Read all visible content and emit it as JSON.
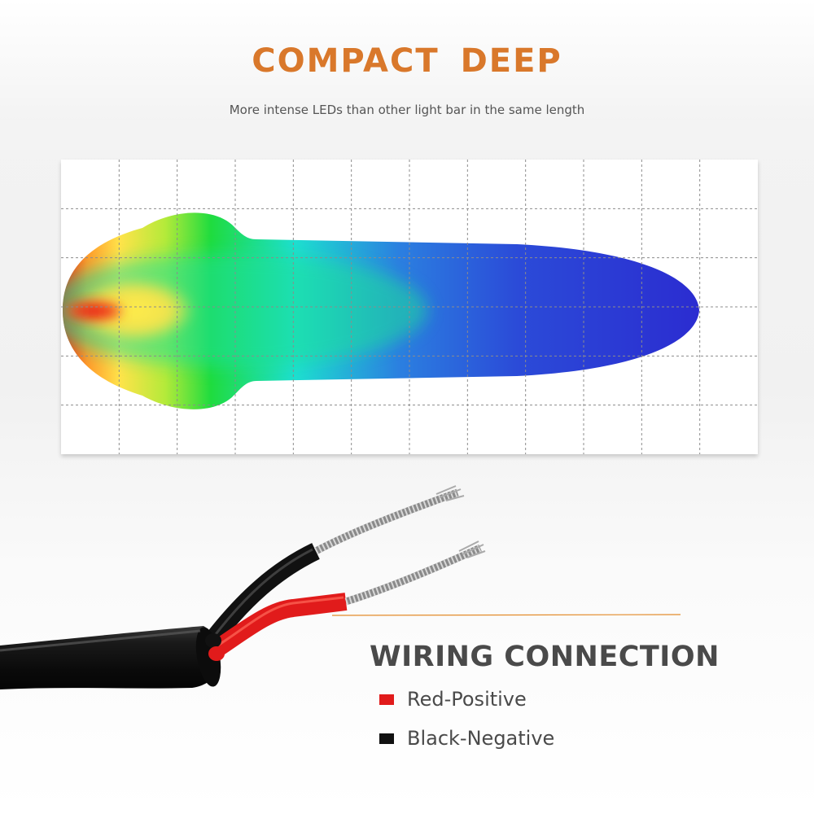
{
  "header": {
    "title": "COMPACT  DEEP",
    "subtitle": "More intense LEDs than other light bar in the same length"
  },
  "beam_pattern": {
    "grid_columns": 12,
    "grid_rows": 6,
    "gradient_colors": [
      "#e8230e",
      "#ffe34a",
      "#1fdc3e",
      "#1edfd1",
      "#2b4bd8",
      "#2b2ad0"
    ]
  },
  "wiring": {
    "title": "WIRING CONNECTION",
    "legend": [
      {
        "label": "Red-Positive",
        "color": "#e11b1b"
      },
      {
        "label": "Black-Negative",
        "color": "#111111"
      }
    ]
  },
  "colors": {
    "title_accent": "#d9782b",
    "text": "#4a4a4a"
  }
}
